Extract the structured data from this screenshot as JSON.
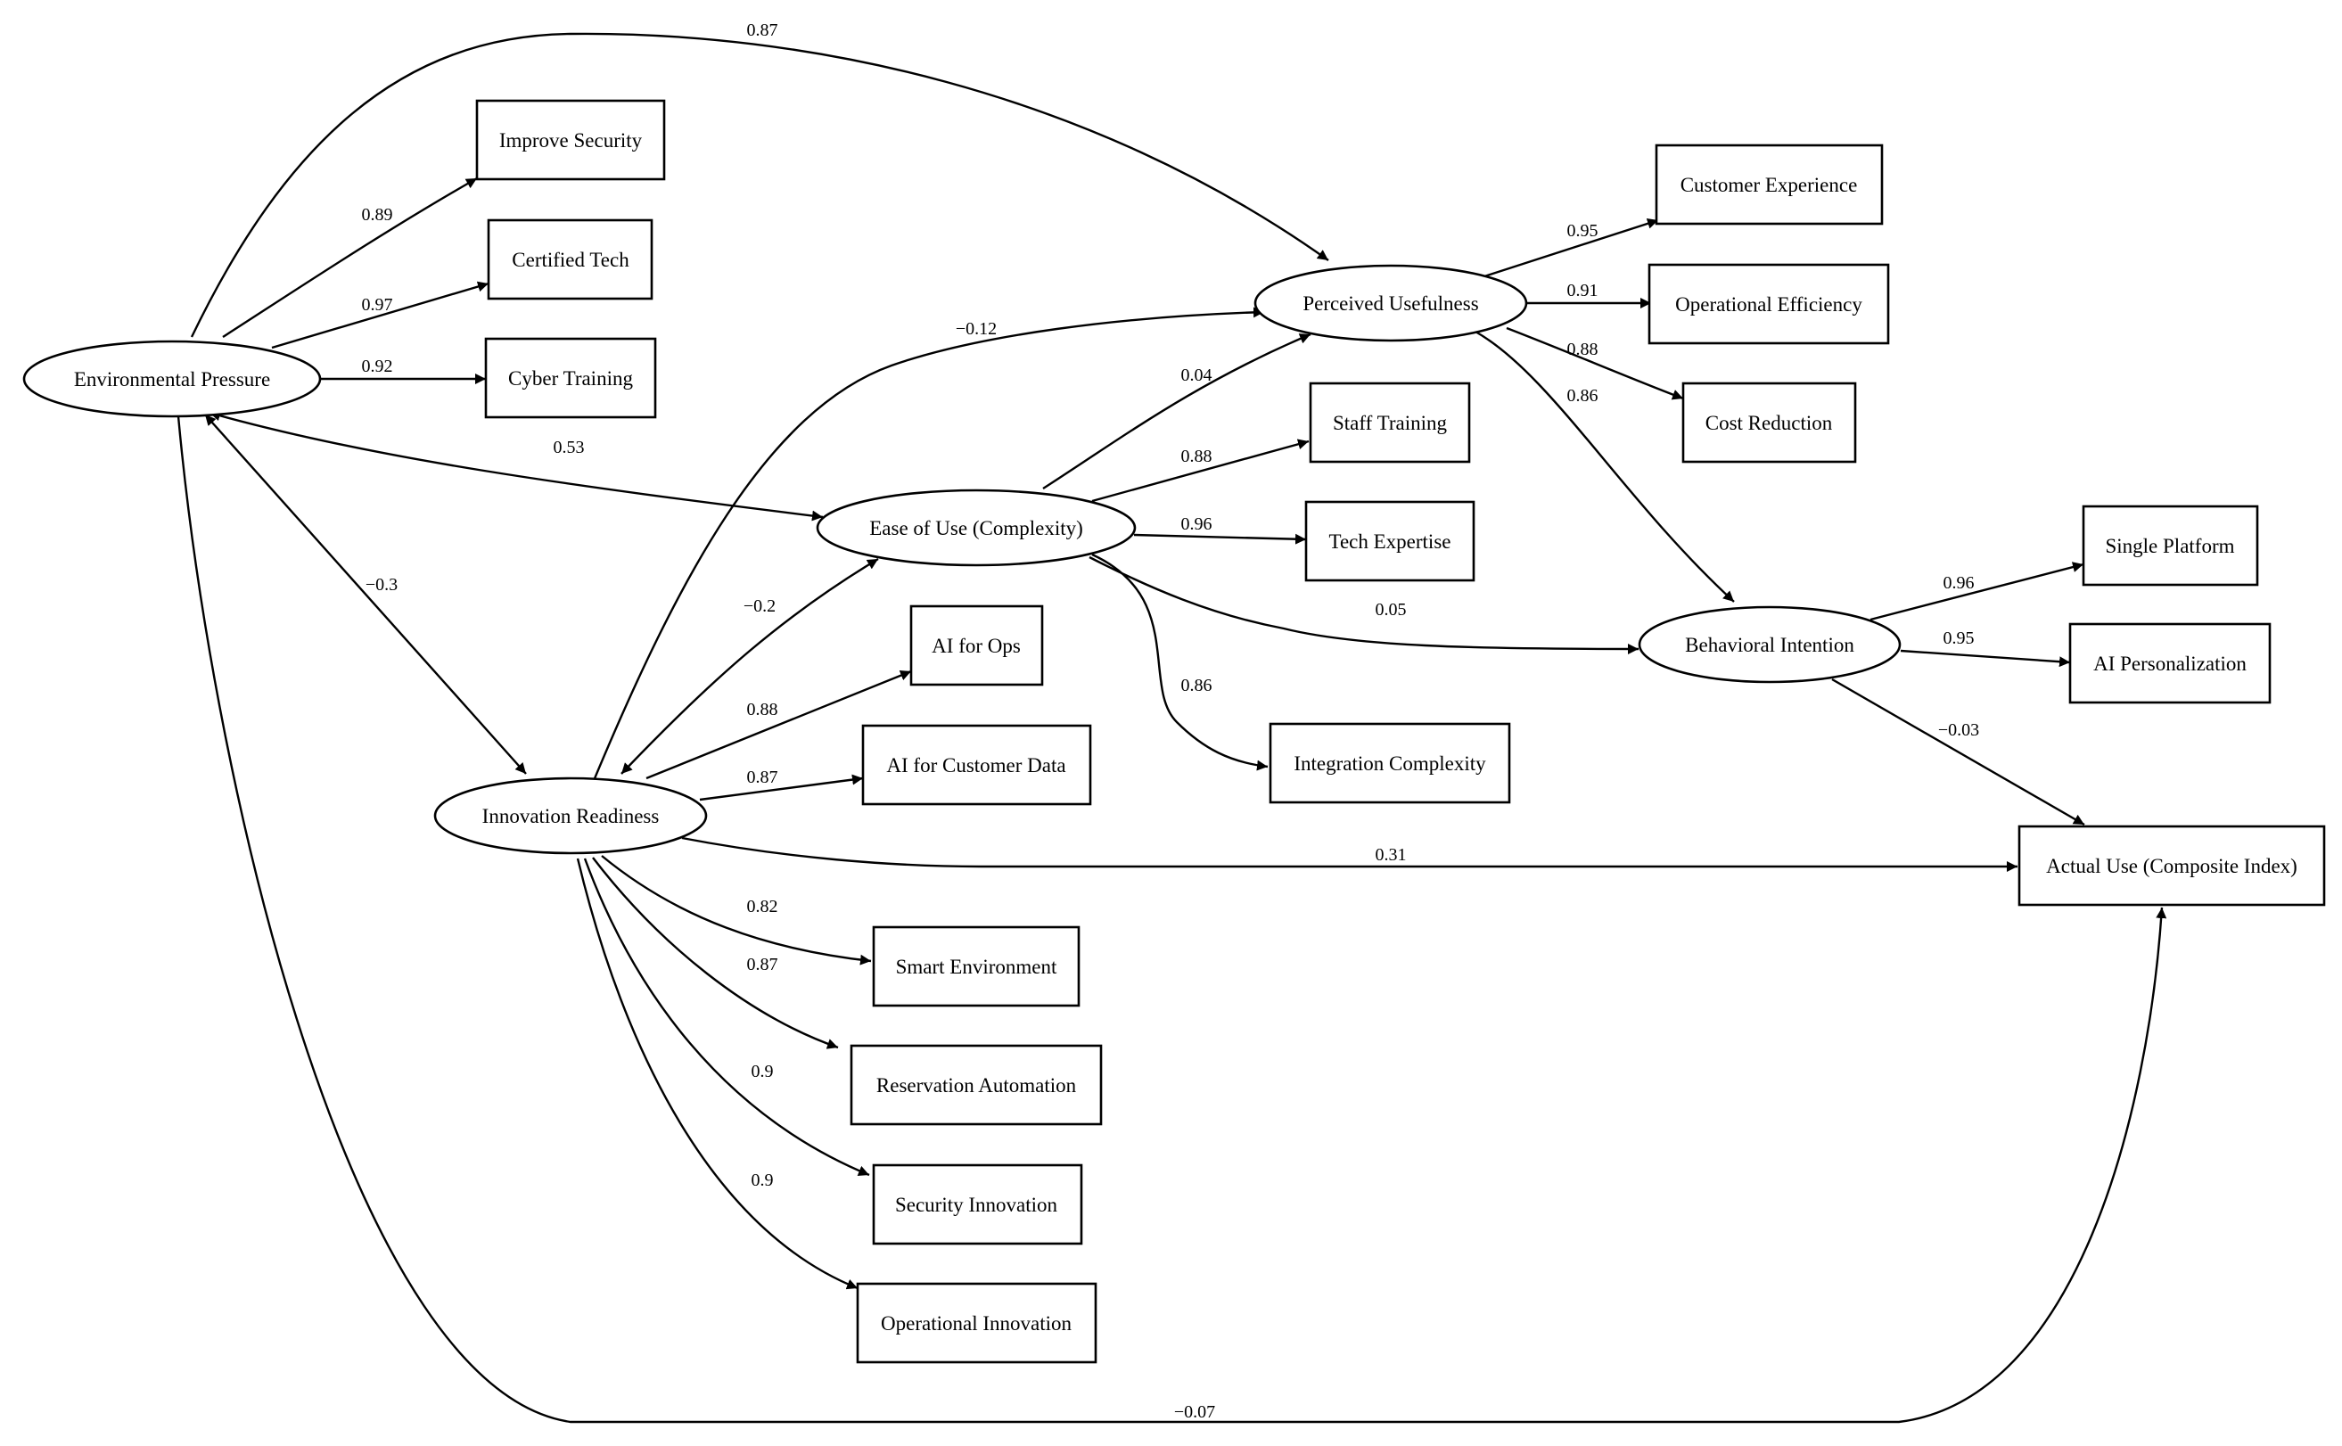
{
  "nodes": {
    "environmental_pressure": {
      "label": "Environmental Pressure",
      "kind": "latent"
    },
    "innovation_readiness": {
      "label": "Innovation Readiness",
      "kind": "latent"
    },
    "ease_of_use": {
      "label": "Ease of Use (Complexity)",
      "kind": "latent"
    },
    "perceived_usefulness": {
      "label": "Perceived Usefulness",
      "kind": "latent"
    },
    "behavioral_intention": {
      "label": "Behavioral Intention",
      "kind": "latent"
    },
    "improve_security": {
      "label": "Improve Security",
      "kind": "indicator"
    },
    "certified_tech": {
      "label": "Certified Tech",
      "kind": "indicator"
    },
    "cyber_training": {
      "label": "Cyber Training",
      "kind": "indicator"
    },
    "ai_for_ops": {
      "label": "AI for Ops",
      "kind": "indicator"
    },
    "ai_for_customer_data": {
      "label": "AI for Customer Data",
      "kind": "indicator"
    },
    "smart_environment": {
      "label": "Smart Environment",
      "kind": "indicator"
    },
    "reservation_automation": {
      "label": "Reservation Automation",
      "kind": "indicator"
    },
    "security_innovation": {
      "label": "Security Innovation",
      "kind": "indicator"
    },
    "operational_innovation": {
      "label": "Operational Innovation",
      "kind": "indicator"
    },
    "staff_training": {
      "label": "Staff Training",
      "kind": "indicator"
    },
    "tech_expertise": {
      "label": "Tech Expertise",
      "kind": "indicator"
    },
    "integration_complexity": {
      "label": "Integration Complexity",
      "kind": "indicator"
    },
    "customer_experience": {
      "label": "Customer Experience",
      "kind": "indicator"
    },
    "operational_efficiency": {
      "label": "Operational Efficiency",
      "kind": "indicator"
    },
    "cost_reduction": {
      "label": "Cost Reduction",
      "kind": "indicator"
    },
    "single_platform": {
      "label": "Single Platform",
      "kind": "indicator"
    },
    "ai_personalization": {
      "label": "AI Personalization",
      "kind": "indicator"
    },
    "actual_use": {
      "label": "Actual Use (Composite Index)",
      "kind": "indicator"
    }
  },
  "edges": {
    "ep_pu": {
      "from": "environmental_pressure",
      "to": "perceived_usefulness",
      "label": "0.87",
      "direction": "forward"
    },
    "ep_is": {
      "from": "environmental_pressure",
      "to": "improve_security",
      "label": "0.89",
      "direction": "forward"
    },
    "ep_ct": {
      "from": "environmental_pressure",
      "to": "certified_tech",
      "label": "0.97",
      "direction": "forward"
    },
    "ep_cy": {
      "from": "environmental_pressure",
      "to": "cyber_training",
      "label": "0.92",
      "direction": "forward"
    },
    "ep_eou": {
      "from": "environmental_pressure",
      "to": "ease_of_use",
      "label": "0.53",
      "direction": "both"
    },
    "ep_ir": {
      "from": "environmental_pressure",
      "to": "innovation_readiness",
      "label": "−0.3",
      "direction": "both"
    },
    "ep_au": {
      "from": "environmental_pressure",
      "to": "actual_use",
      "label": "−0.07",
      "direction": "forward"
    },
    "ir_pu": {
      "from": "innovation_readiness",
      "to": "perceived_usefulness",
      "label": "−0.12",
      "direction": "forward"
    },
    "ir_eou": {
      "from": "innovation_readiness",
      "to": "ease_of_use",
      "label": "−0.2",
      "direction": "both"
    },
    "ir_aiops": {
      "from": "innovation_readiness",
      "to": "ai_for_ops",
      "label": "0.88",
      "direction": "forward"
    },
    "ir_aicd": {
      "from": "innovation_readiness",
      "to": "ai_for_customer_data",
      "label": "0.87",
      "direction": "forward"
    },
    "ir_au": {
      "from": "innovation_readiness",
      "to": "actual_use",
      "label": "0.31",
      "direction": "forward"
    },
    "ir_se": {
      "from": "innovation_readiness",
      "to": "smart_environment",
      "label": "0.82",
      "direction": "forward"
    },
    "ir_ra": {
      "from": "innovation_readiness",
      "to": "reservation_automation",
      "label": "0.87",
      "direction": "forward"
    },
    "ir_si": {
      "from": "innovation_readiness",
      "to": "security_innovation",
      "label": "0.9",
      "direction": "forward"
    },
    "ir_oi": {
      "from": "innovation_readiness",
      "to": "operational_innovation",
      "label": "0.9",
      "direction": "forward"
    },
    "eou_pu": {
      "from": "ease_of_use",
      "to": "perceived_usefulness",
      "label": "0.04",
      "direction": "forward"
    },
    "eou_st": {
      "from": "ease_of_use",
      "to": "staff_training",
      "label": "0.88",
      "direction": "forward"
    },
    "eou_te": {
      "from": "ease_of_use",
      "to": "tech_expertise",
      "label": "0.96",
      "direction": "forward"
    },
    "eou_bi": {
      "from": "ease_of_use",
      "to": "behavioral_intention",
      "label": "0.05",
      "direction": "forward"
    },
    "eou_ic": {
      "from": "ease_of_use",
      "to": "integration_complexity",
      "label": "0.86",
      "direction": "forward"
    },
    "pu_cx": {
      "from": "perceived_usefulness",
      "to": "customer_experience",
      "label": "0.95",
      "direction": "forward"
    },
    "pu_oe": {
      "from": "perceived_usefulness",
      "to": "operational_efficiency",
      "label": "0.91",
      "direction": "forward"
    },
    "pu_cr": {
      "from": "perceived_usefulness",
      "to": "cost_reduction",
      "label": "0.88",
      "direction": "forward"
    },
    "pu_bi": {
      "from": "perceived_usefulness",
      "to": "behavioral_intention",
      "label": "0.86",
      "direction": "forward"
    },
    "bi_sp": {
      "from": "behavioral_intention",
      "to": "single_platform",
      "label": "0.96",
      "direction": "forward"
    },
    "bi_aip": {
      "from": "behavioral_intention",
      "to": "ai_personalization",
      "label": "0.95",
      "direction": "forward"
    },
    "bi_au": {
      "from": "behavioral_intention",
      "to": "actual_use",
      "label": "−0.03",
      "direction": "forward"
    }
  }
}
